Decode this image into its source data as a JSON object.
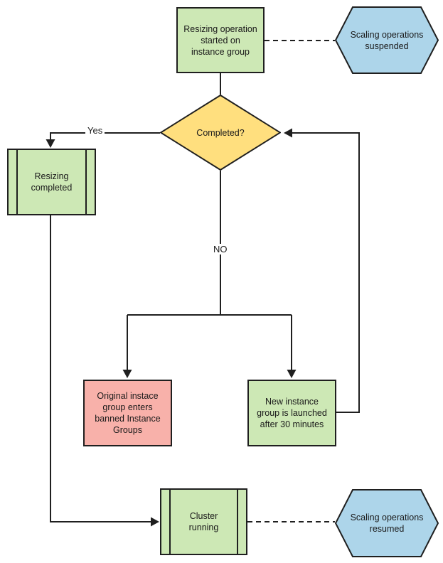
{
  "diagram": {
    "background_color": "#ffffff",
    "line_color": "#1f1f1f",
    "nodes": {
      "start": {
        "type": "process-rectangle",
        "label": [
          "Resizing operation",
          "started on",
          "instance group"
        ],
        "fill": "#cde8b5"
      },
      "suspended": {
        "type": "hexagon",
        "label": [
          "Scaling operations",
          "suspended"
        ],
        "fill": "#add5ea"
      },
      "completed": {
        "type": "decision-diamond",
        "label": "Completed?",
        "fill": "#ffdf7e"
      },
      "resizing_completed": {
        "type": "predefined-process",
        "label": [
          "Resizing",
          "completed"
        ],
        "fill": "#cde8b5"
      },
      "banned": {
        "type": "process-rectangle",
        "label": [
          "Original instace",
          "group enters",
          "banned Instance",
          "Groups"
        ],
        "fill": "#f8b1aa"
      },
      "new_group": {
        "type": "process-rectangle",
        "label": [
          "New instance",
          "group is launched",
          "after 30 minutes"
        ],
        "fill": "#cde8b5"
      },
      "cluster": {
        "type": "predefined-process",
        "label": [
          "Cluster",
          "running"
        ],
        "fill": "#cde8b5"
      },
      "resumed": {
        "type": "hexagon",
        "label": [
          "Scaling operations",
          "resumed"
        ],
        "fill": "#add5ea"
      }
    },
    "edges": [
      {
        "id": "start-to-suspended",
        "style": "dashed",
        "label": ""
      },
      {
        "id": "start-to-completed",
        "style": "solid",
        "label": ""
      },
      {
        "id": "completed-to-resizing-completed",
        "style": "solid",
        "label": "Yes"
      },
      {
        "id": "completed-to-split",
        "style": "solid",
        "label": "NO"
      },
      {
        "id": "split-to-banned",
        "style": "solid",
        "label": ""
      },
      {
        "id": "split-to-new-group",
        "style": "solid",
        "label": ""
      },
      {
        "id": "new-group-to-completed",
        "style": "solid",
        "label": ""
      },
      {
        "id": "resizing-completed-to-cluster",
        "style": "solid",
        "label": ""
      },
      {
        "id": "cluster-to-resumed",
        "style": "dashed",
        "label": ""
      }
    ]
  }
}
